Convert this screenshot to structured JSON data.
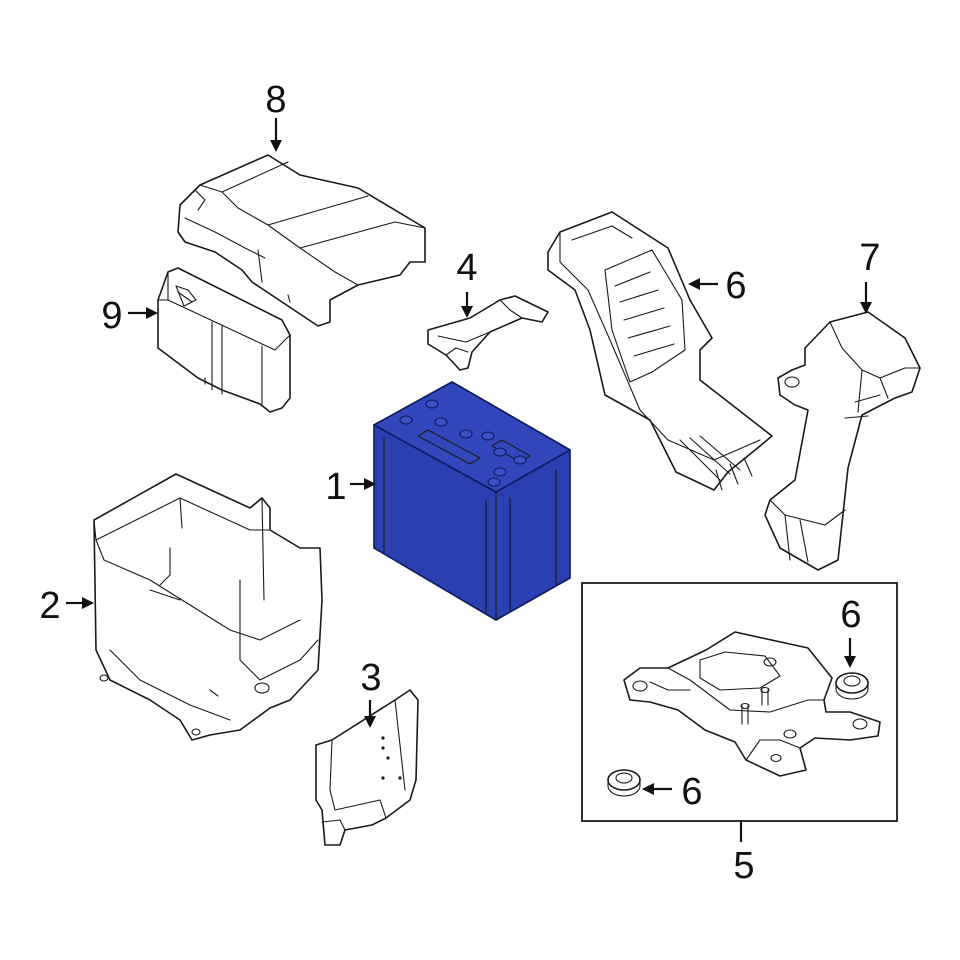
{
  "colors": {
    "highlight_fill": "#2a3fb0",
    "highlight_stroke": "#0d1a5e",
    "line": "#1a1a1a",
    "background": "#ffffff"
  },
  "callouts": {
    "c1": "1",
    "c2": "2",
    "c3": "3",
    "c4": "4",
    "c5": "5",
    "c6a": "6",
    "c6b": "6",
    "c6c": "6",
    "c7": "7",
    "c8": "8",
    "c9": "9"
  },
  "parts": [
    {
      "callout": "1",
      "icon": "battery-icon",
      "highlighted": true
    },
    {
      "callout": "2",
      "icon": "battery-tray-icon",
      "highlighted": false
    },
    {
      "callout": "3",
      "icon": "side-shield-icon",
      "highlighted": false
    },
    {
      "callout": "4",
      "icon": "hold-down-clamp-icon",
      "highlighted": false
    },
    {
      "callout": "5",
      "icon": "mounting-bracket-icon",
      "highlighted": false
    },
    {
      "callout": "6",
      "icon": "grommet-icon",
      "highlighted": false
    },
    {
      "callout": "7",
      "icon": "air-duct-icon",
      "highlighted": false
    },
    {
      "callout": "8",
      "icon": "battery-cover-icon",
      "highlighted": false
    },
    {
      "callout": "9",
      "icon": "fuse-box-cover-icon",
      "highlighted": false
    }
  ]
}
